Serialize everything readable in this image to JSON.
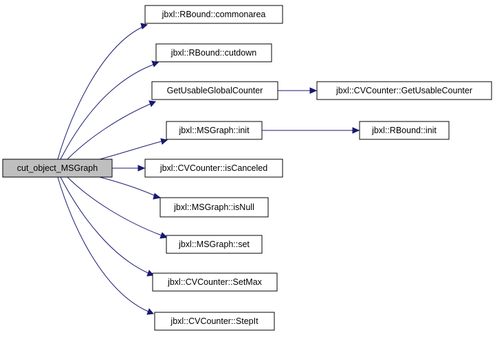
{
  "graph": {
    "edge_color": "#191970",
    "root_fill": "#bfbfbf",
    "node_fill": "#ffffff",
    "nodes": {
      "root": {
        "label": "cut_object_MSGraph"
      },
      "commonarea": {
        "label": "jbxl::RBound::commonarea"
      },
      "cutdown": {
        "label": "jbxl::RBound::cutdown"
      },
      "getusableglobal": {
        "label": "GetUsableGlobalCounter"
      },
      "getusable": {
        "label": "jbxl::CVCounter::GetUsableCounter"
      },
      "msgraph_init": {
        "label": "jbxl::MSGraph::init"
      },
      "rbound_init": {
        "label": "jbxl::RBound::init"
      },
      "iscanceled": {
        "label": "jbxl::CVCounter::isCanceled"
      },
      "isnull": {
        "label": "jbxl::MSGraph::isNull"
      },
      "set": {
        "label": "jbxl::MSGraph::set"
      },
      "setmax": {
        "label": "jbxl::CVCounter::SetMax"
      },
      "stepit": {
        "label": "jbxl::CVCounter::StepIt"
      }
    },
    "edges": [
      {
        "from": "root",
        "to": "commonarea"
      },
      {
        "from": "root",
        "to": "cutdown"
      },
      {
        "from": "root",
        "to": "getusableglobal"
      },
      {
        "from": "root",
        "to": "msgraph_init"
      },
      {
        "from": "root",
        "to": "iscanceled"
      },
      {
        "from": "root",
        "to": "isnull"
      },
      {
        "from": "root",
        "to": "set"
      },
      {
        "from": "root",
        "to": "setmax"
      },
      {
        "from": "root",
        "to": "stepit"
      },
      {
        "from": "getusableglobal",
        "to": "getusable"
      },
      {
        "from": "msgraph_init",
        "to": "rbound_init"
      }
    ]
  }
}
